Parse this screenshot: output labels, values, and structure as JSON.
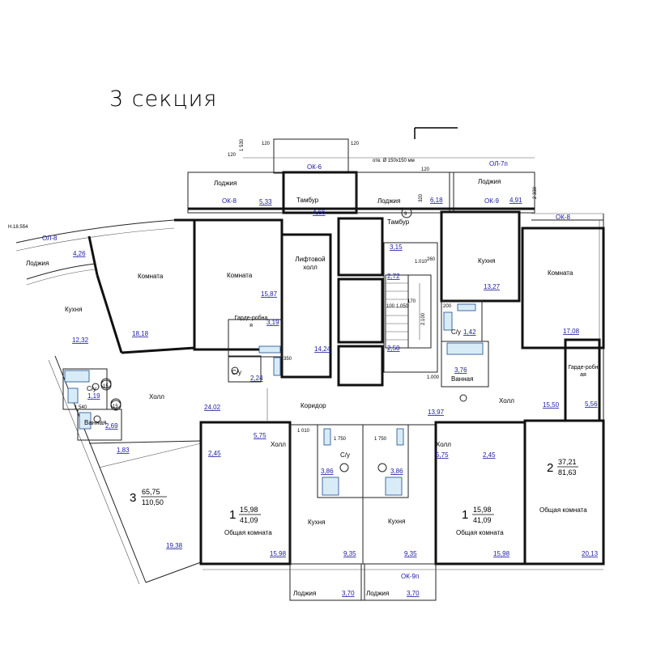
{
  "section_title": "3 секция",
  "rooms": {
    "loggia_top_left": "Лоджия",
    "loggia_top_mid": "Лоджия",
    "loggia_top_right": "Лоджия",
    "loggia_left": "Лоджия",
    "tambour_top": "Тамбур",
    "tambour_mid": "Тамбур",
    "room_left": "Комната",
    "room_mid": "Комната",
    "room_right": "Комната",
    "kitchen_left": "Кухня",
    "kitchen_right": "Кухня",
    "kitchen_bottom_left": "Кухня",
    "kitchen_bottom_right": "Кухня",
    "lift_hall": "Лифтовой холл",
    "wardrobe_left": "Гарде-робная",
    "wardrobe_right": "Гарде-робная",
    "wc_left": "С/у",
    "wc_mid_right": "С/у",
    "wc_bl": "С/у",
    "wc_bottom": "С/у",
    "bath_left": "Ванная",
    "bath_right": "Ванная",
    "hall_left": "Холл",
    "hall_right": "Холл",
    "hall_bottom_left": "Холл",
    "hall_bottom_right": "Холл",
    "corridor": "Коридор",
    "common_left": "Общая комната",
    "common_right": "Общая комната",
    "common_far_right": "Общая комната",
    "loggia_bottom_left": "Лоджия",
    "loggia_bottom_right": "Лоджия"
  },
  "areas": {
    "loggia_top_left": "5,33",
    "tambour_top": "4,66",
    "loggia_top_mid": "6,18",
    "loggia_top_right": "4,91",
    "loggia_left": "4,26",
    "kitchen_left": "12,32",
    "room_left": "18,18",
    "room_mid": "15,87",
    "wardrobe_left": "3,19",
    "wc_left": "2,24",
    "lift_hall": "14,24",
    "tambour_mid": "3,15",
    "shaft_a": "2,72",
    "shaft_b": "2,50",
    "kitchen_right": "13,27",
    "wc_mid_right": "1,42",
    "bath_right": "3,76",
    "room_right": "17,08",
    "wardrobe_right": "5,56",
    "hall_right": "15,50",
    "corridor": "13,97",
    "hall_left": "24,02",
    "wc_bl": "1,19",
    "bath_left": "2,69",
    "closet_bl": "1,83",
    "hall_bottom_left": "5,75",
    "hall_bottom_left_2": "2,45",
    "hall_bottom_right": "5,75",
    "hall_bottom_right_2": "2,45",
    "wc_bottom_left": "3,86",
    "wc_bottom_right": "3,86",
    "common_left": "15,98",
    "kitchen_bottom_left": "9,35",
    "kitchen_bottom_right": "9,35",
    "common_right": "15,98",
    "common_far_right": "20,13",
    "room_bl": "19,38",
    "loggia_bottom_left": "3,70",
    "loggia_bottom_right": "3,70"
  },
  "apartments": [
    {
      "rooms": "3",
      "living": "65,75",
      "total": "110,50"
    },
    {
      "rooms": "1",
      "living": "15,98",
      "total": "41,09"
    },
    {
      "rooms": "1",
      "living": "15,98",
      "total": "41,09"
    },
    {
      "rooms": "2",
      "living": "37,21",
      "total": "81,63"
    }
  ],
  "marks": {
    "ok6": "ОК-6",
    "ok8_left": "ОК-8",
    "ok8_right": "ОК-8",
    "ok9_top": "ОК-9",
    "ok9_bottom": "ОК-9п",
    "ol7": "ОЛ-7п",
    "ol8": "ОЛ-8",
    "vent": "отв. Ø 150x150 мм",
    "level": "Н.18.5б4",
    "axis_9": "9",
    "axis_15a": "15",
    "axis_15b": "15"
  },
  "dims": {
    "d120_a": "120",
    "d120_b": "120",
    "d120_c": "120",
    "d120_d": "120",
    "d1530": "1 530",
    "d2330": "2 330",
    "d1010": "1.010",
    "d1050": "1.050",
    "d100": "100",
    "d170": "170",
    "d200": "200",
    "d1000": "1.000",
    "d2100": "2.100",
    "d350": "350",
    "d1540": "1 540",
    "d1750_a": "1 750",
    "d1750_b": "1 750",
    "d1010_b": "1 010",
    "d260": "260",
    "d320": "320"
  }
}
